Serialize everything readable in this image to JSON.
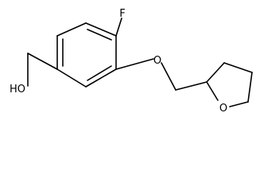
{
  "molecule": {
    "atoms": {
      "fluorine": "F",
      "ether_oxygen": "O",
      "ring_oxygen": "O",
      "hydroxyl": "HO"
    }
  },
  "colors": {
    "bond": "#000000",
    "background": "#ffffff"
  }
}
